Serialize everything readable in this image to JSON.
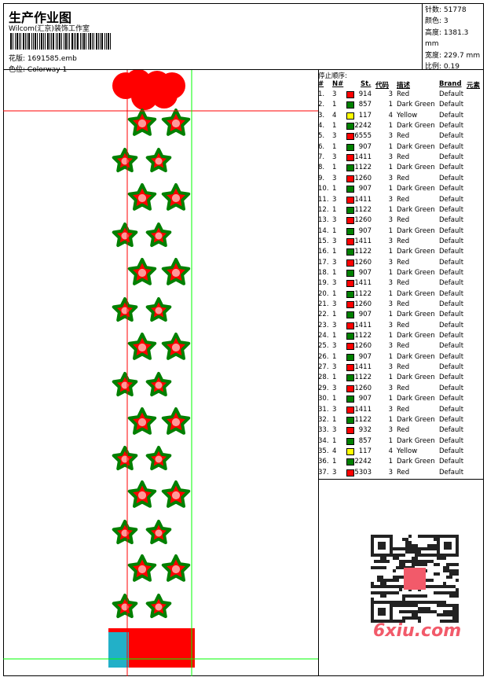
{
  "header": {
    "title": "生产作业图",
    "company": "Wilcom(汇京)装饰工作室",
    "design_label": "花版:",
    "design_file": "1691585.emb",
    "colorway_label": "色位:",
    "colorway": "Colorway 1"
  },
  "info": [
    {
      "label": "针数:",
      "value": "51778"
    },
    {
      "label": "颜色:",
      "value": "3"
    },
    {
      "label": "高度:",
      "value": "1381.3 mm"
    },
    {
      "label": "宽度:",
      "value": "229.7 mm"
    },
    {
      "label": "比例:",
      "value": "0.19"
    }
  ],
  "table": {
    "caption": "停止顺序:",
    "headers": {
      "idx": "#",
      "n": "N#",
      "st": "St.",
      "code": "代码",
      "desc": "描述",
      "brand": "Brand",
      "elem": "元素"
    },
    "colors": {
      "Red": "#ff0000",
      "Dark Green": "#008000",
      "Yellow": "#ffff00"
    },
    "rows": [
      [
        "1.",
        "3",
        "914",
        "3",
        "Red"
      ],
      [
        "2.",
        "1",
        "857",
        "1",
        "Dark Green"
      ],
      [
        "3.",
        "4",
        "117",
        "4",
        "Yellow"
      ],
      [
        "4.",
        "1",
        "2242",
        "1",
        "Dark Green"
      ],
      [
        "5.",
        "3",
        "6555",
        "3",
        "Red"
      ],
      [
        "6.",
        "1",
        "907",
        "1",
        "Dark Green"
      ],
      [
        "7.",
        "3",
        "1411",
        "3",
        "Red"
      ],
      [
        "8.",
        "1",
        "1122",
        "1",
        "Dark Green"
      ],
      [
        "9.",
        "3",
        "1260",
        "3",
        "Red"
      ],
      [
        "10.",
        "1",
        "907",
        "1",
        "Dark Green"
      ],
      [
        "11.",
        "3",
        "1411",
        "3",
        "Red"
      ],
      [
        "12.",
        "1",
        "1122",
        "1",
        "Dark Green"
      ],
      [
        "13.",
        "3",
        "1260",
        "3",
        "Red"
      ],
      [
        "14.",
        "1",
        "907",
        "1",
        "Dark Green"
      ],
      [
        "15.",
        "3",
        "1411",
        "3",
        "Red"
      ],
      [
        "16.",
        "1",
        "1122",
        "1",
        "Dark Green"
      ],
      [
        "17.",
        "3",
        "1260",
        "3",
        "Red"
      ],
      [
        "18.",
        "1",
        "907",
        "1",
        "Dark Green"
      ],
      [
        "19.",
        "3",
        "1411",
        "3",
        "Red"
      ],
      [
        "20.",
        "1",
        "1122",
        "1",
        "Dark Green"
      ],
      [
        "21.",
        "3",
        "1260",
        "3",
        "Red"
      ],
      [
        "22.",
        "1",
        "907",
        "1",
        "Dark Green"
      ],
      [
        "23.",
        "3",
        "1411",
        "3",
        "Red"
      ],
      [
        "24.",
        "1",
        "1122",
        "1",
        "Dark Green"
      ],
      [
        "25.",
        "3",
        "1260",
        "3",
        "Red"
      ],
      [
        "26.",
        "1",
        "907",
        "1",
        "Dark Green"
      ],
      [
        "27.",
        "3",
        "1411",
        "3",
        "Red"
      ],
      [
        "28.",
        "1",
        "1122",
        "1",
        "Dark Green"
      ],
      [
        "29.",
        "3",
        "1260",
        "3",
        "Red"
      ],
      [
        "30.",
        "1",
        "907",
        "1",
        "Dark Green"
      ],
      [
        "31.",
        "3",
        "1411",
        "3",
        "Red"
      ],
      [
        "32.",
        "1",
        "1122",
        "1",
        "Dark Green"
      ],
      [
        "33.",
        "3",
        "932",
        "3",
        "Red"
      ],
      [
        "34.",
        "1",
        "857",
        "1",
        "Dark Green"
      ],
      [
        "35.",
        "4",
        "117",
        "4",
        "Yellow"
      ],
      [
        "36.",
        "1",
        "2242",
        "1",
        "Dark Green"
      ],
      [
        "37.",
        "3",
        "5303",
        "3",
        "Red"
      ]
    ],
    "brand": "Default"
  },
  "watermark": "6xiu.com"
}
